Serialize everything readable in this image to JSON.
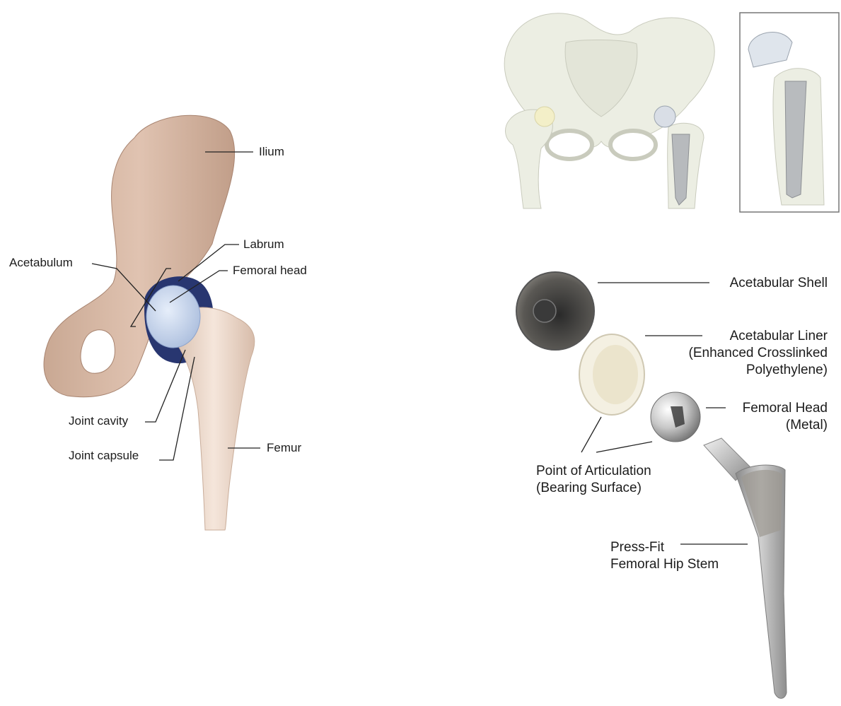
{
  "anatomy": {
    "labels": {
      "ilium": "Ilium",
      "labrum": "Labrum",
      "acetabulum": "Acetabulum",
      "femoral_head": "Femoral head",
      "joint_cavity": "Joint cavity",
      "joint_capsule": "Joint capsule",
      "femur": "Femur"
    }
  },
  "implant": {
    "labels": {
      "acetabular_shell": "Acetabular Shell",
      "acetabular_liner": [
        "Acetabular Liner",
        "(Enhanced Crosslinked",
        "Polyethylene)"
      ],
      "femoral_head": [
        "Femoral Head",
        "(Metal)"
      ],
      "articulation": [
        "Point of Articulation",
        "(Bearing Surface)"
      ],
      "stem": [
        "Press-Fit",
        "Femoral Hip Stem"
      ]
    }
  },
  "colors": {
    "bone": "#d9b8a4",
    "bone_shade": "#b89582",
    "femur": "#ecd6c7",
    "cartilage": "#c5d3ea",
    "capsule": "#283670",
    "pelvis_xray": "#eceee3",
    "metal": "#a8a8a8",
    "liner": "#f4f0e2"
  }
}
